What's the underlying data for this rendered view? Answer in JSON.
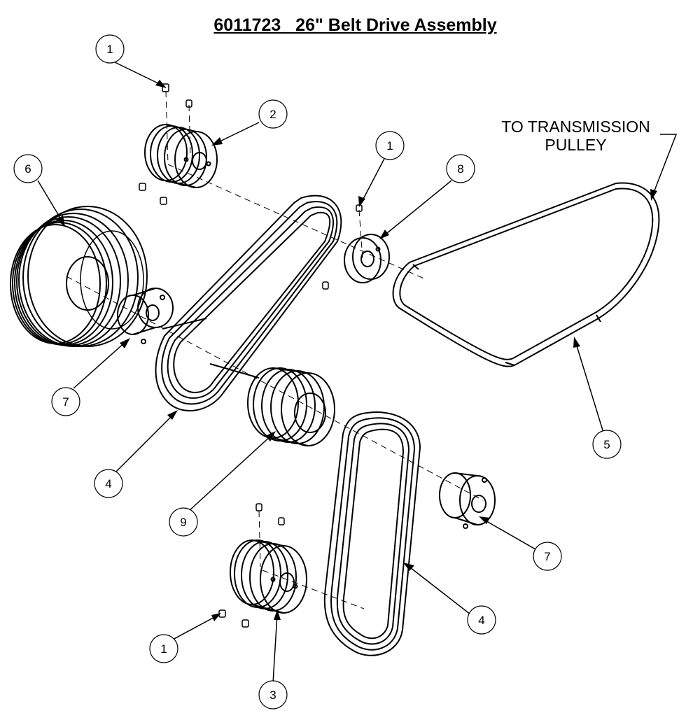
{
  "title": "6011723   26\" Belt Drive Assembly",
  "note": {
    "line1": "TO TRANSMISSION",
    "line2": "PULLEY"
  },
  "callouts": {
    "c1a": "1",
    "c2": "2",
    "c1b": "1",
    "c8": "8",
    "c6": "6",
    "c7a": "7",
    "c4a": "4",
    "c9": "9",
    "c5": "5",
    "c7b": "7",
    "c1c": "1",
    "c3": "3",
    "c4b": "4"
  }
}
